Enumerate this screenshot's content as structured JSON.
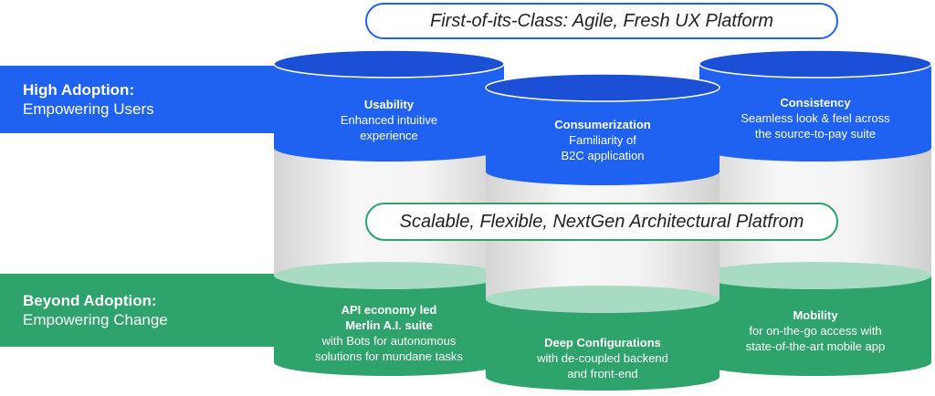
{
  "colors": {
    "blue": "#1f62f2",
    "green": "#2ea36c",
    "glass": "#e8e8e8"
  },
  "top_banner": "First-of-its-Class: Agile, Fresh UX Platform",
  "mid_banner": "Scalable, Flexible, NextGen Architectural Platfrom",
  "high_adoption": {
    "title": "High Adoption:",
    "subtitle": "Empowering Users"
  },
  "beyond_adoption": {
    "title": "Beyond Adoption:",
    "subtitle": "Empowering Change"
  },
  "top_pillars": [
    {
      "title": "Usability",
      "lines": [
        "Enhanced intuitive",
        "experience"
      ]
    },
    {
      "title": "Consumerization",
      "lines": [
        "Familiarity of",
        "B2C application"
      ]
    },
    {
      "title": "Consistency",
      "lines": [
        "Seamless look & feel across",
        "the source-to-pay suite"
      ]
    }
  ],
  "bottom_pillars": [
    {
      "title_lines": [
        "API economy led",
        "Merlin A.I. suite"
      ],
      "lines": [
        "with Bots for autonomous",
        "solutions for mundane tasks"
      ]
    },
    {
      "title_lines": [
        "Deep Configurations"
      ],
      "lines": [
        "with de-coupled backend",
        "and front-end"
      ]
    },
    {
      "title_lines": [
        "Mobility"
      ],
      "lines": [
        "for on-the-go access with",
        "state-of-the-art mobile app"
      ]
    }
  ]
}
